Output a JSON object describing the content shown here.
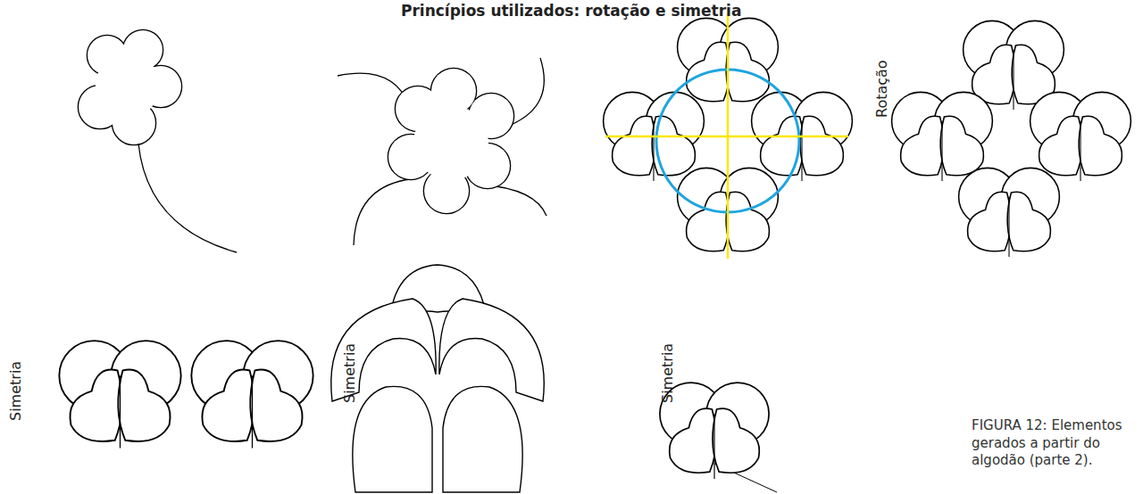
{
  "diagram": {
    "title": "Princípios utilizados: rotação e simetria",
    "caption": "FIGURA 12: Elementos gerados a partir do algodão (parte 2).",
    "labels": [
      "Rotação",
      "Simetria",
      "Simetria",
      "Simetria"
    ]
  }
}
